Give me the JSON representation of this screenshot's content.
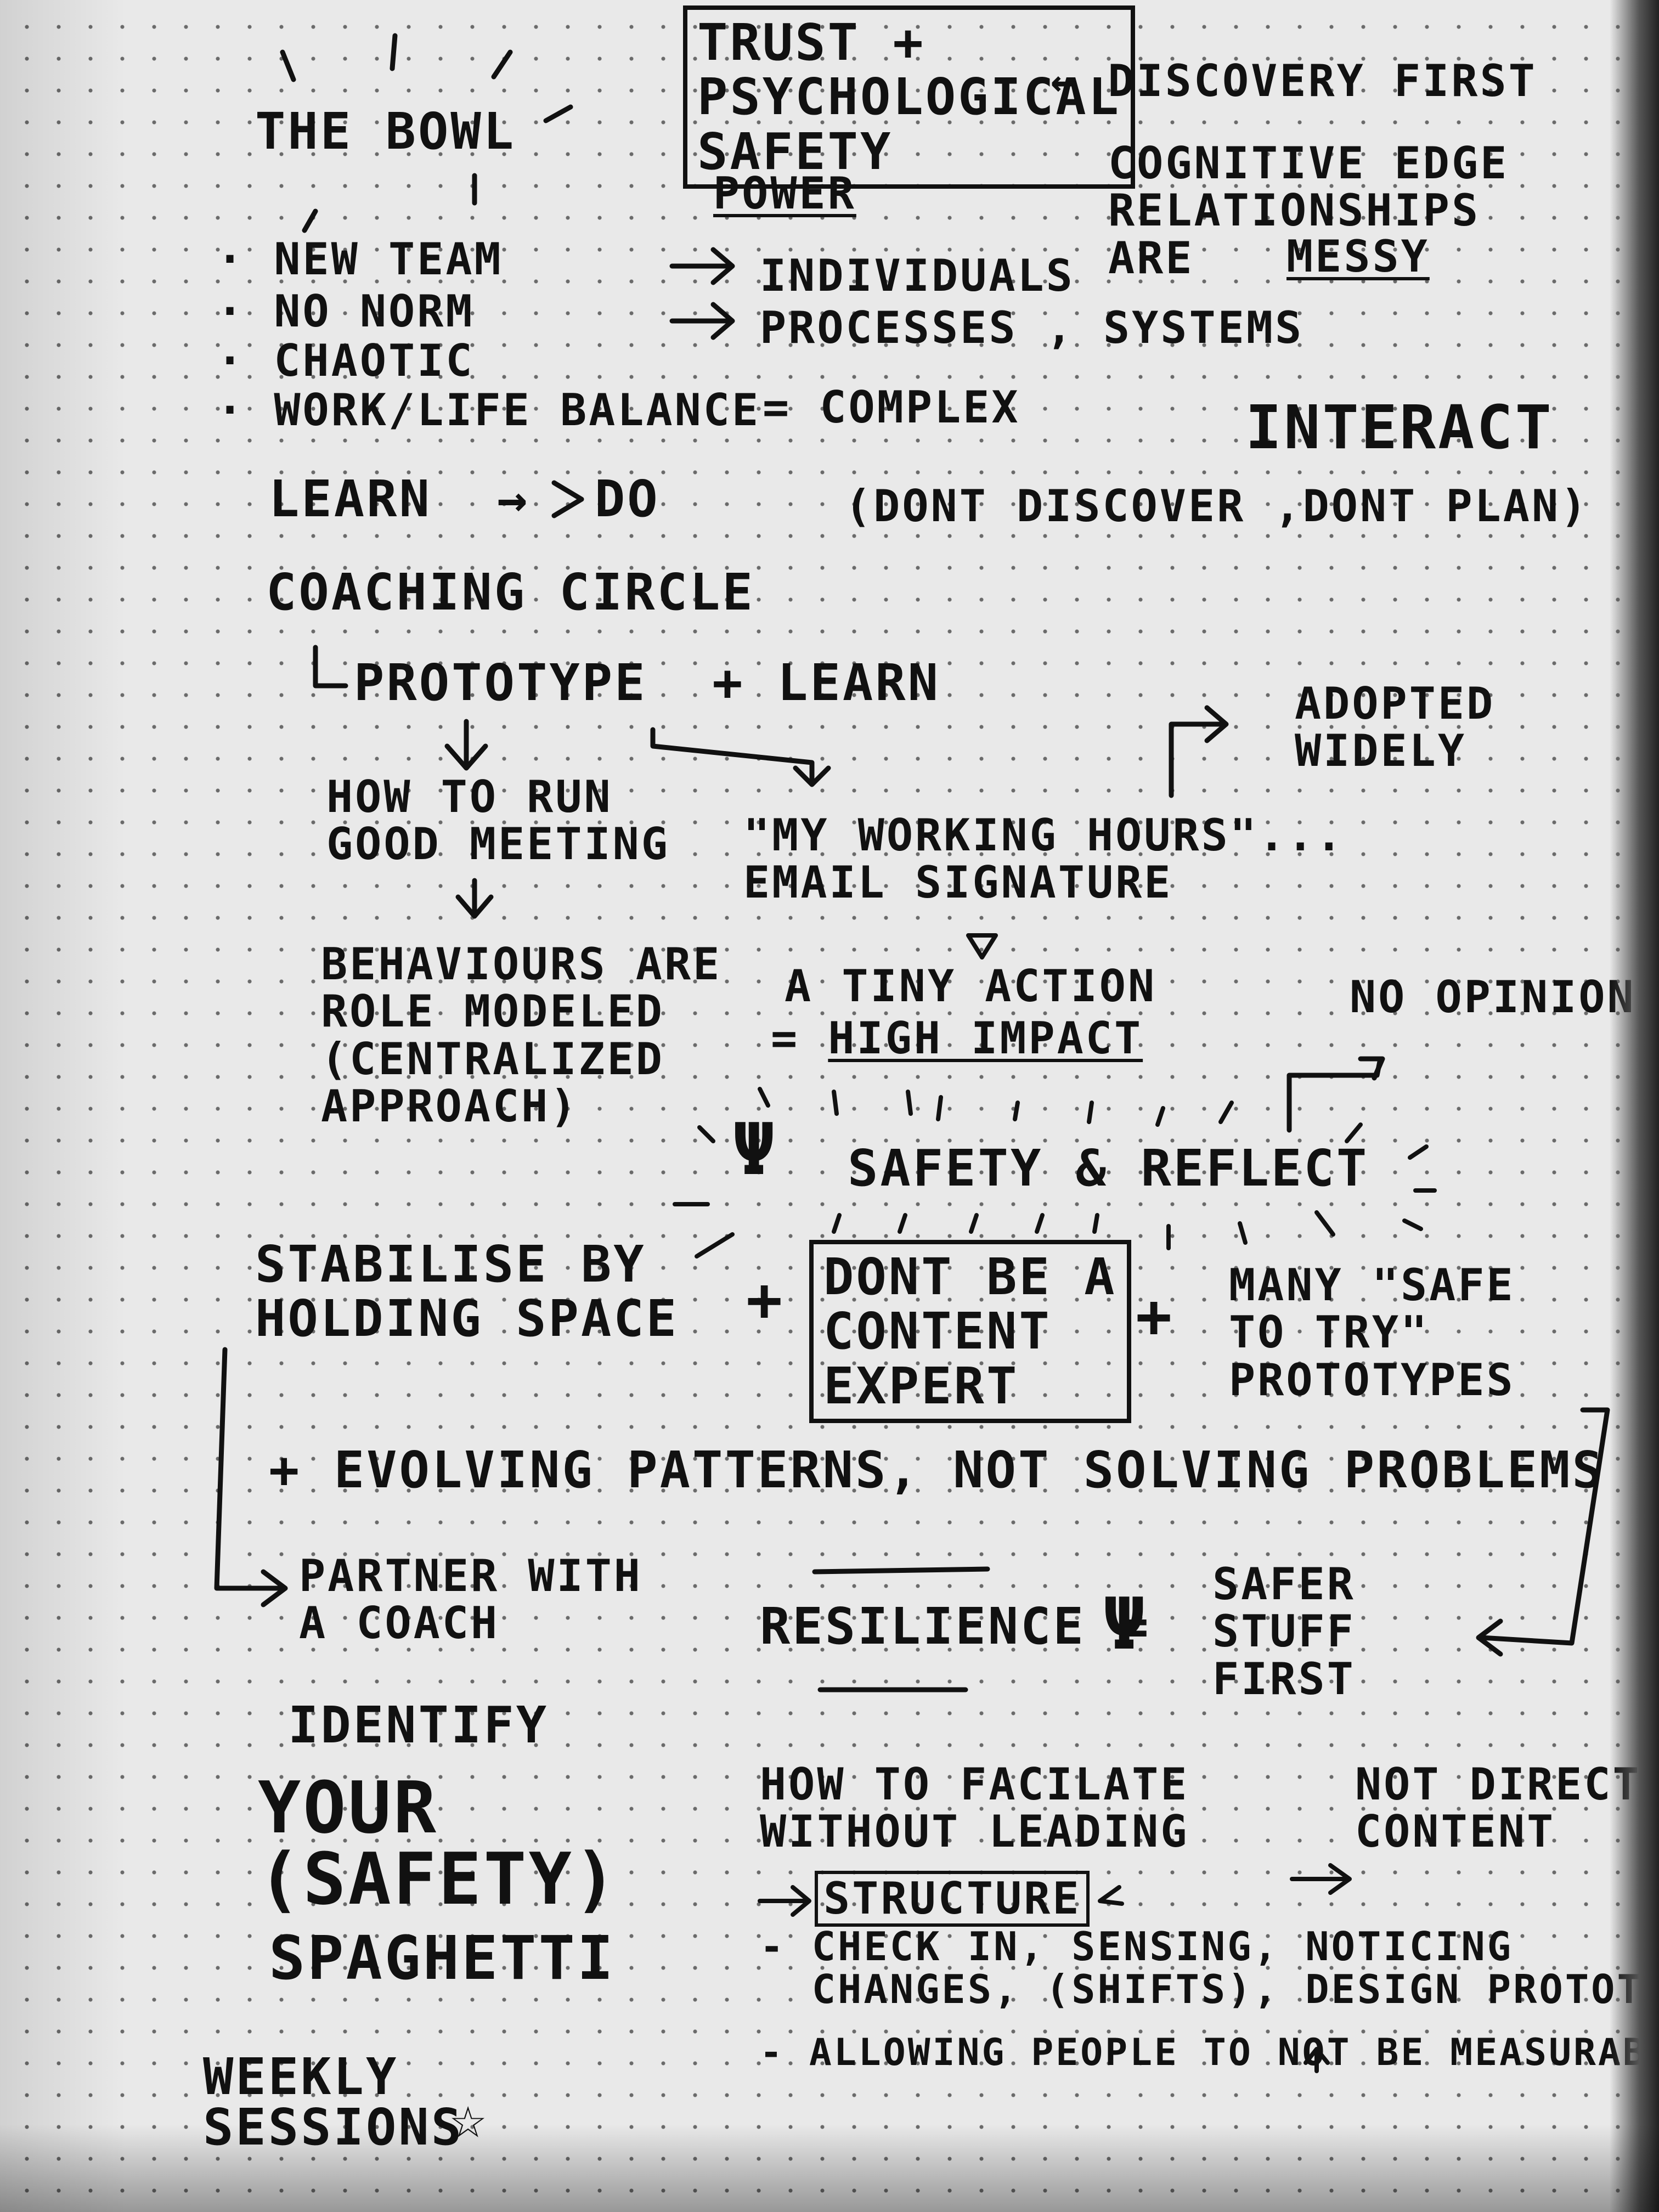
{
  "notes": {
    "trust": "TRUST +\nPSYCHOLOGICAL\nSAFETY",
    "discovery_first": "← DISCOVERY FIRST",
    "power": "POWER",
    "the_bowl": "THE BOWL",
    "cognitive_edge": "COGNITIVE EDGE\nRELATIONSHIPS\nARE",
    "messy": "MESSY",
    "bullets": [
      "· NEW TEAM",
      "· NO NORM",
      "· CHAOTIC",
      "· WORK/LIFE BALANCE"
    ],
    "individuals": "INDIVIDUALS",
    "processes": "PROCESSES , SYSTEMS",
    "complex": "= COMPLEX",
    "interact": "INTERACT",
    "learn_do": "LEARN  →  DO",
    "dont_discover": "(DONT DISCOVER ,DONT PLAN)",
    "coaching_circle": "COACHING CIRCLE",
    "prototype_learn": "PROTOTYPE  + LEARN",
    "adopted_widely": "ADOPTED\nWIDELY",
    "how_to_run": "HOW TO RUN\nGOOD MEETING",
    "working_hours": "\"MY WORKING HOURS\"...\nEMAIL SIGNATURE",
    "behaviours": "BEHAVIOURS ARE\nROLE MODELED\n(CENTRALIZED\nAPPROACH)",
    "tiny_action": "A TINY ACTION",
    "high_impact_prefix": "= ",
    "high_impact": "HIGH IMPACT",
    "no_opinions": "NO OPINIONS",
    "psi": "Ψ",
    "safety_reflect": "SAFETY & REFLECT",
    "stabilise": "STABILISE BY\nHOLDING SPACE",
    "plus": "+",
    "dont_be": "DONT BE A\nCONTENT\nEXPERT",
    "many_safe": "MANY \"SAFE\nTO TRY\"\nPROTOTYPES",
    "evolving": "+ EVOLVING PATTERNS, NOT SOLVING PROBLEMS",
    "partner": "PARTNER WITH\nA COACH",
    "resilience": "RESILIENCE =",
    "safer_stuff": "SAFER\nSTUFF\nFIRST",
    "identify": "IDENTIFY",
    "your_safety": "YOUR\n(SAFETY)",
    "spaghetti": "SPAGHETTI",
    "weekly": "WEEKLY\nSESSIONS",
    "star": "☆",
    "facilitate": "HOW TO FACILATE\nWITHOUT LEADING",
    "not_direct": "NOT DIRECT\nCONTENT",
    "structure": "STRUCTURE",
    "check_in": "- CHECK IN, SENSING, NOTICING\n  CHANGES, (SHIFTS), DESIGN PROTOTYPE",
    "allowing": "- ALLOWING PEOPLE TO NOT BE MEASURABLE"
  }
}
